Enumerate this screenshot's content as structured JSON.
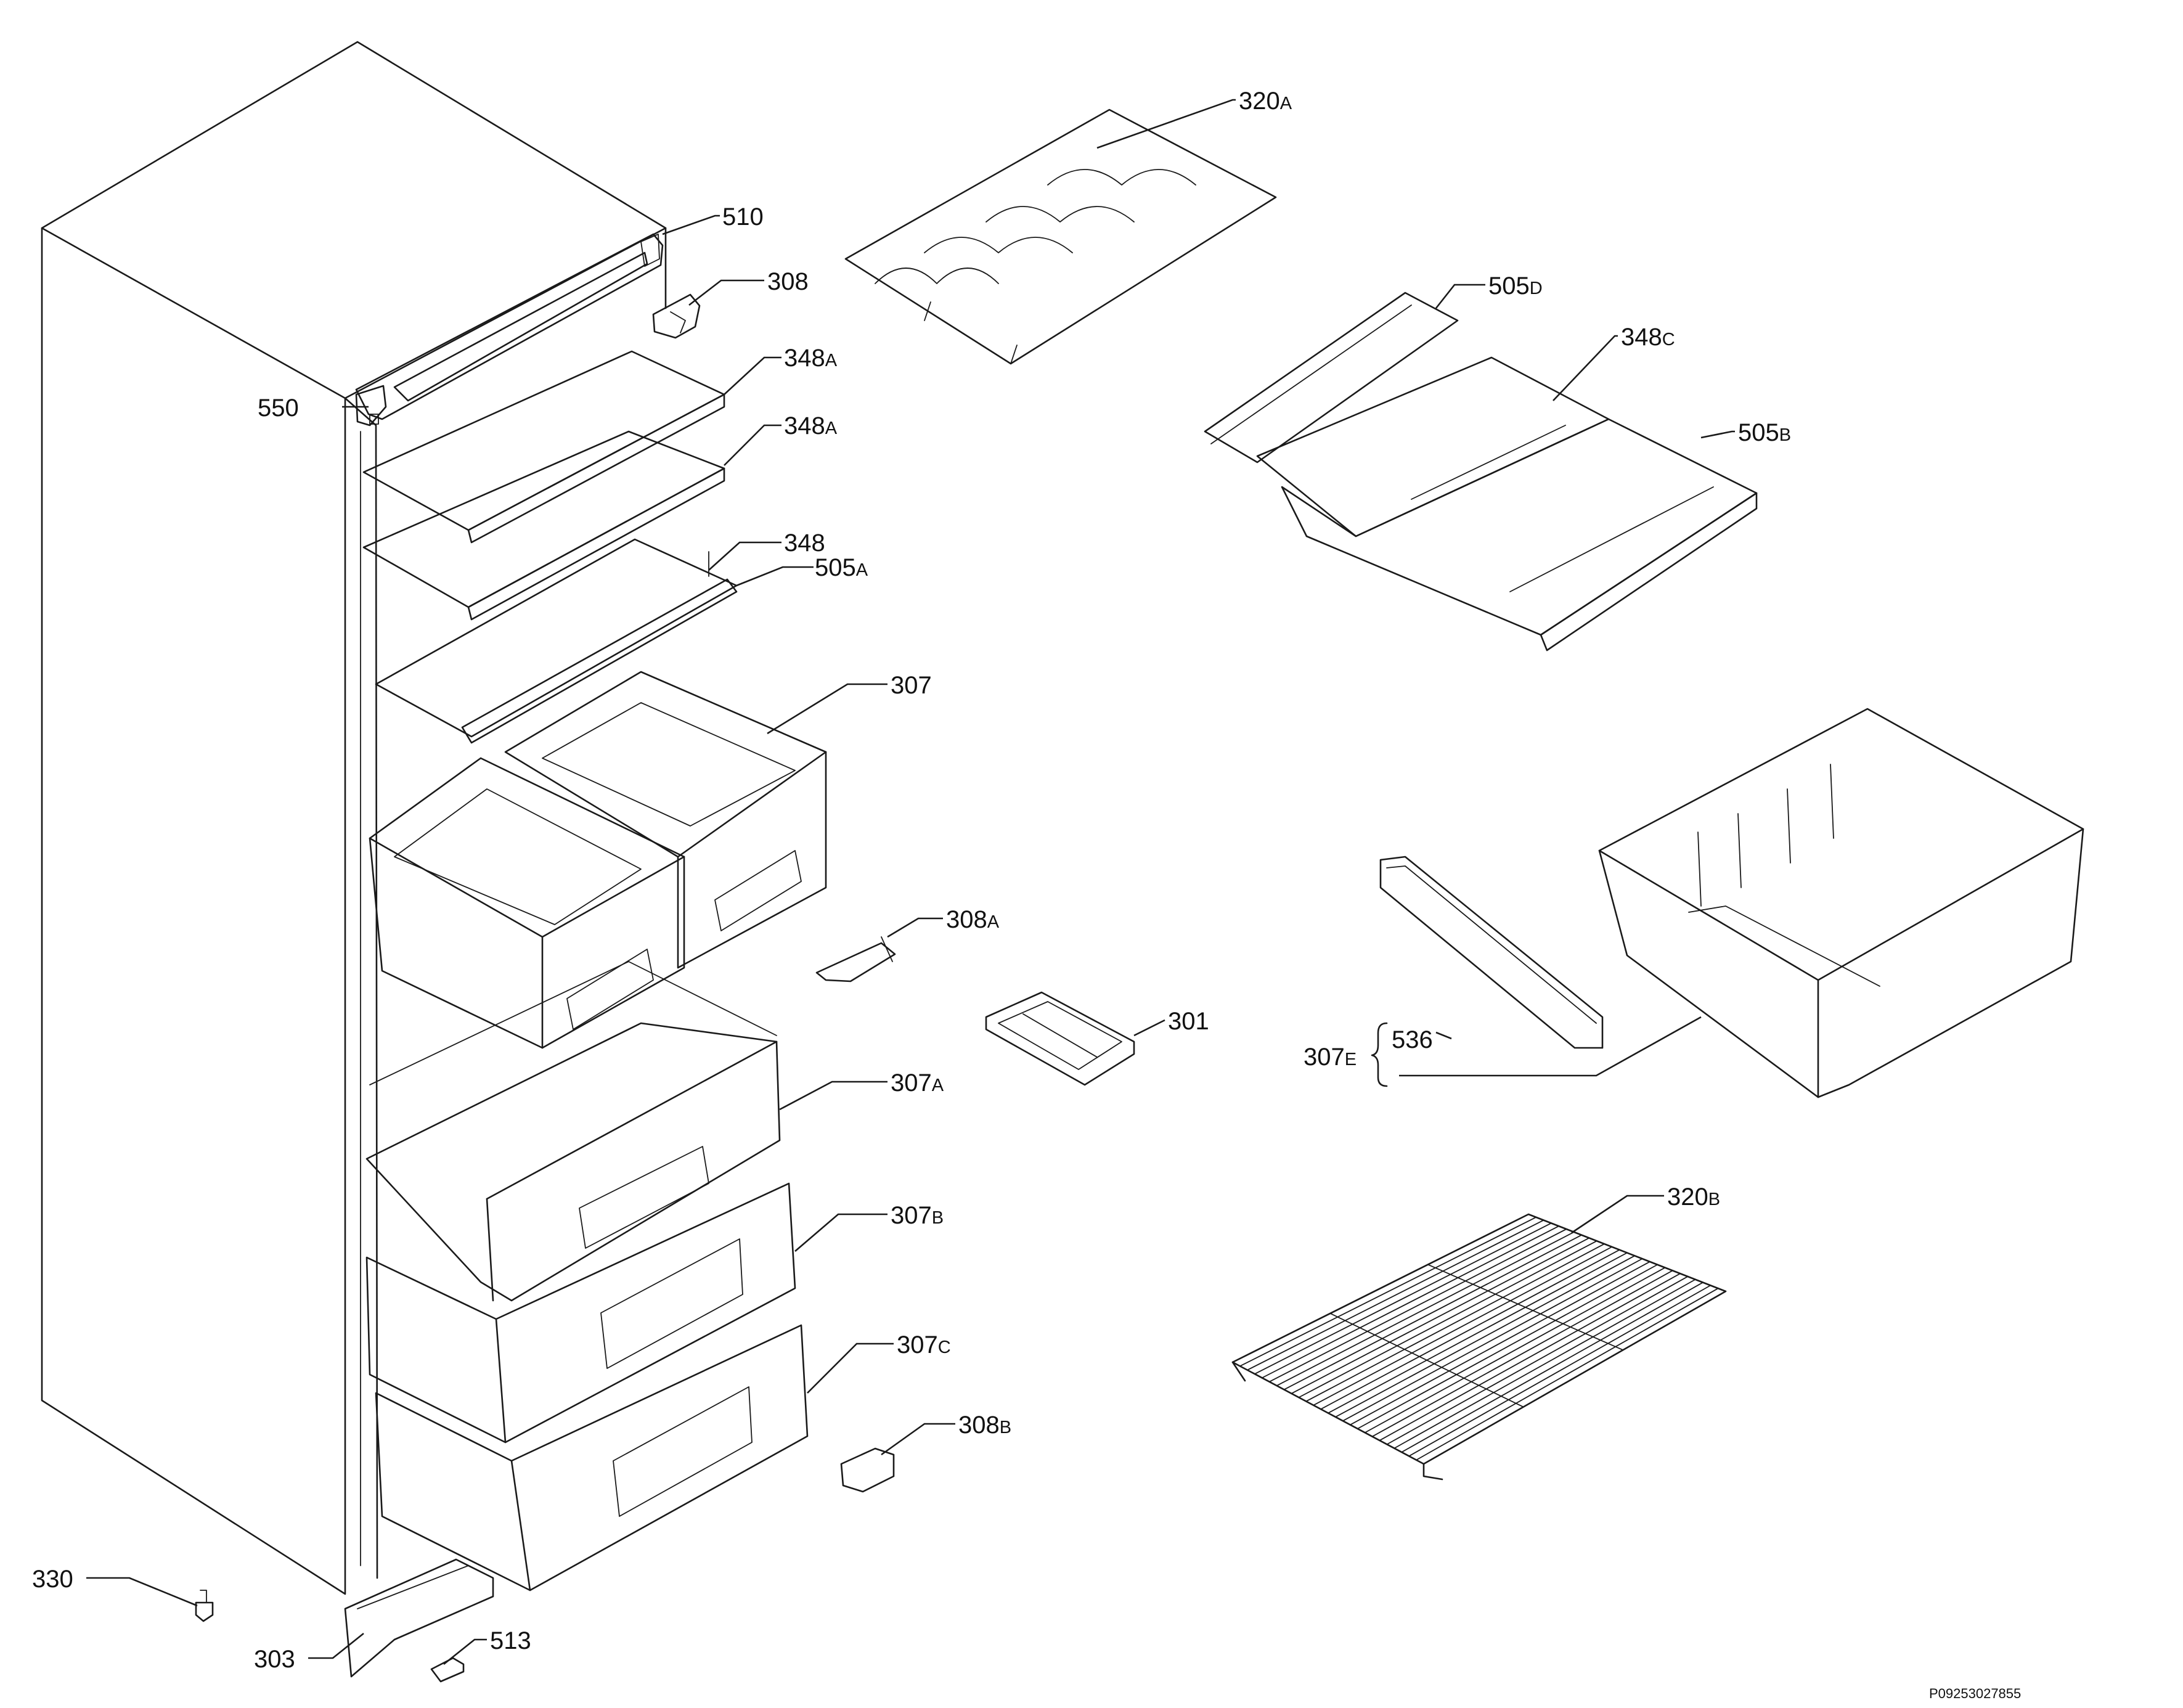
{
  "colors": {
    "line": "#1a1a1a",
    "background": "#ffffff"
  },
  "labels": {
    "l510": {
      "num": "510",
      "suffix": ""
    },
    "l308": {
      "num": "308",
      "suffix": ""
    },
    "l348a1": {
      "num": "348",
      "suffix": "A"
    },
    "l348a2": {
      "num": "348",
      "suffix": "A"
    },
    "l550": {
      "num": "550",
      "suffix": ""
    },
    "l348": {
      "num": "348",
      "suffix": ""
    },
    "l505a": {
      "num": "505",
      "suffix": "A"
    },
    "l307": {
      "num": "307",
      "suffix": ""
    },
    "l308a": {
      "num": "308",
      "suffix": "A"
    },
    "l301": {
      "num": "301",
      "suffix": ""
    },
    "l307a": {
      "num": "307",
      "suffix": "A"
    },
    "l307b": {
      "num": "307",
      "suffix": "B"
    },
    "l307c": {
      "num": "307",
      "suffix": "C"
    },
    "l308b": {
      "num": "308",
      "suffix": "B"
    },
    "l330": {
      "num": "330",
      "suffix": ""
    },
    "l303": {
      "num": "303",
      "suffix": ""
    },
    "l513": {
      "num": "513",
      "suffix": ""
    },
    "l320a": {
      "num": "320",
      "suffix": "A"
    },
    "l505d": {
      "num": "505",
      "suffix": "D"
    },
    "l348c": {
      "num": "348",
      "suffix": "C"
    },
    "l505b": {
      "num": "505",
      "suffix": "B"
    },
    "l536": {
      "num": "536",
      "suffix": ""
    },
    "l307e": {
      "num": "307",
      "suffix": "E"
    },
    "l320b": {
      "num": "320",
      "suffix": "B"
    }
  },
  "document_id": "P09253027855"
}
